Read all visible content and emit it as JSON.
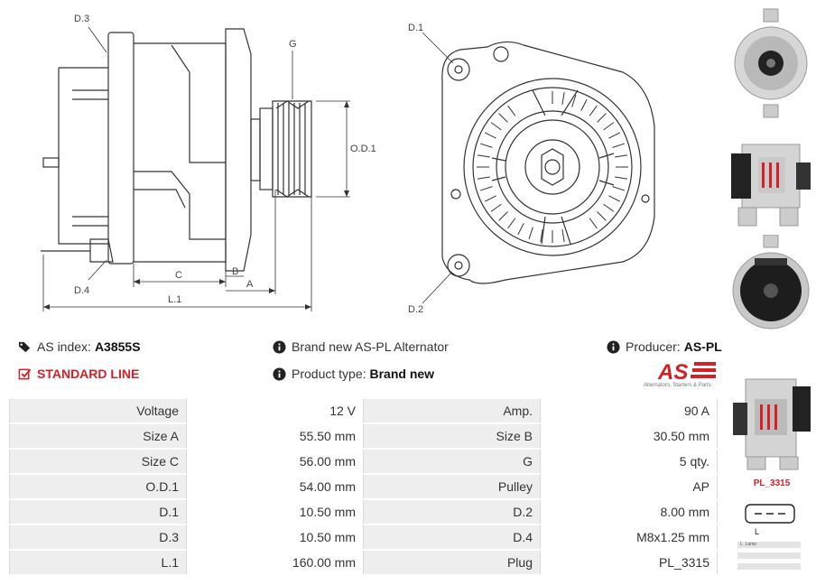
{
  "drawing": {
    "labels": {
      "d3": "D.3",
      "d4": "D.4",
      "g": "G",
      "od1": "O.D.1",
      "c": "C",
      "b": "B",
      "a": "A",
      "l1": "L.1",
      "d1": "D.1",
      "d2": "D.2"
    }
  },
  "info": {
    "as_index_label": "AS index:",
    "as_index_value": "A3855S",
    "standard_line": "STANDARD LINE",
    "brand_text": "Brand new AS-PL Alternator",
    "product_type_label": "Product type:",
    "product_type_value": "Brand new",
    "producer_label": "Producer:",
    "producer_value": "AS-PL",
    "logo_text": "AS",
    "logo_subtitle": "Alternators, Starters & Parts"
  },
  "specs": {
    "rows": [
      {
        "k1": "Voltage",
        "v1": "12 V",
        "k2": "Amp.",
        "v2": "90 A"
      },
      {
        "k1": "Size A",
        "v1": "55.50 mm",
        "k2": "Size B",
        "v2": "30.50 mm"
      },
      {
        "k1": "Size C",
        "v1": "56.00 mm",
        "k2": "G",
        "v2": "5 qty."
      },
      {
        "k1": "O.D.1",
        "v1": "54.00 mm",
        "k2": "Pulley",
        "v2": "AP"
      },
      {
        "k1": "D.1",
        "v1": "10.50 mm",
        "k2": "D.2",
        "v2": "8.00 mm"
      },
      {
        "k1": "D.3",
        "v1": "10.50 mm",
        "k2": "D.4",
        "v2": "M8x1.25 mm"
      },
      {
        "k1": "L.1",
        "v1": "160.00 mm",
        "k2": "Plug",
        "v2": "PL_3315"
      }
    ]
  },
  "plug": {
    "title": "PL_3315",
    "pin_label": "L",
    "pins": [
      {
        "pin": "L",
        "name": "Lamp"
      }
    ]
  },
  "colors": {
    "accent_red": "#d62027",
    "key_cell_bg": "#eeeeee"
  }
}
